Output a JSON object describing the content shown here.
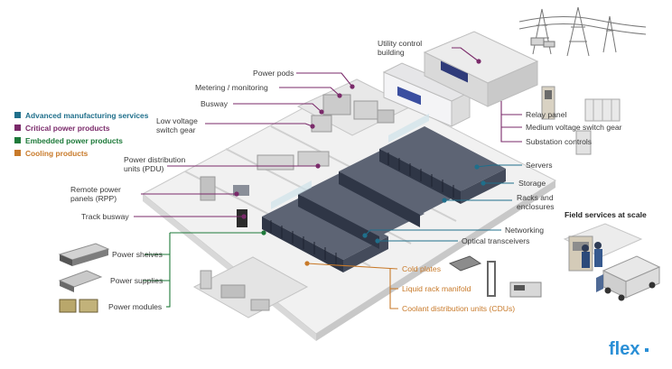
{
  "legend": [
    {
      "label": "Advanced manufacturing services",
      "color": "#1f6f8b"
    },
    {
      "label": "Critical power products",
      "color": "#7a2a6a"
    },
    {
      "label": "Embedded power products",
      "color": "#1e7a3a"
    },
    {
      "label": "Cooling products",
      "color": "#c87a2a"
    }
  ],
  "labels": {
    "utility_control_1": "Utility control",
    "utility_control_2": "building",
    "power_pods": "Power pods",
    "metering": "Metering / monitoring",
    "busway": "Busway",
    "lv_switch_1": "Low voltage",
    "lv_switch_2": "switch gear",
    "pdu_1": "Power distribution",
    "pdu_2": "units (PDU)",
    "rpp_1": "Remote power",
    "rpp_2": "panels (RPP)",
    "track_busway": "Track busway",
    "power_shelves": "Power sheives",
    "power_supplies": "Power supplies",
    "power_modules": "Power modules",
    "relay_panel": "Relay panel",
    "mv_switch": "Medium voltage switch gear",
    "substation": "Substation controls",
    "servers": "Servers",
    "storage": "Storage",
    "racks_1": "Racks and",
    "racks_2": "enclosures",
    "networking": "Networking",
    "optical": "Optical transceivers",
    "cold_plates": "Cold plates",
    "liquid_manifold": "Liquid rack manifold",
    "cdu": "Coolant distribution units (CDUs)",
    "field_services": "Field services at scale",
    "brand_logo": "flex"
  },
  "colors": {
    "critical": "#7a2a6a",
    "advanced": "#1f6f8b",
    "embedded": "#1e7a3a",
    "cooling": "#c87a2a"
  }
}
